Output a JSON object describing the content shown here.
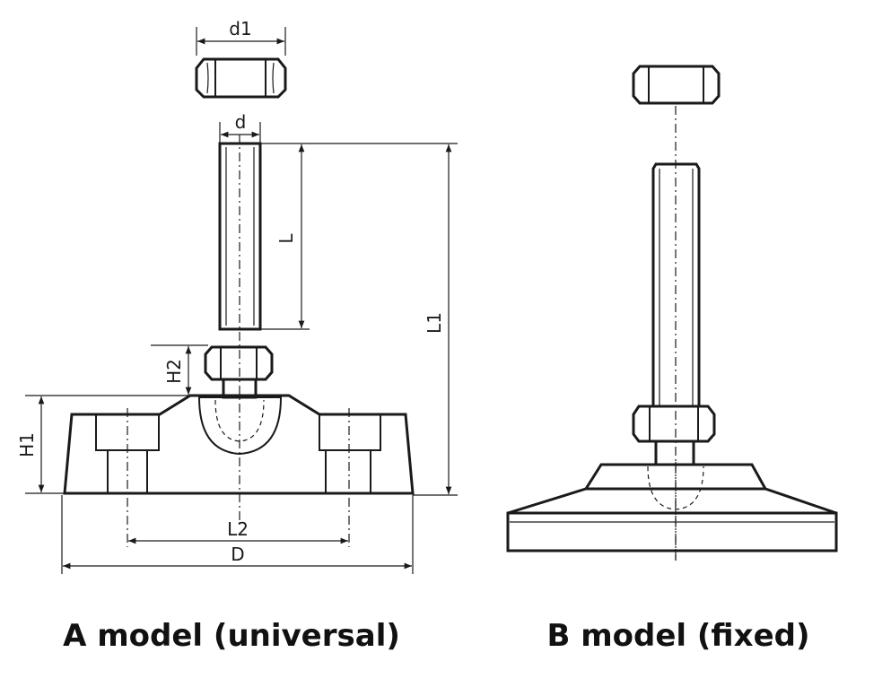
{
  "labels": {
    "d1": "d1",
    "d": "d",
    "L": "L",
    "L1": "L1",
    "H2": "H2",
    "H1": "H1",
    "L2": "L2",
    "D": "D"
  },
  "captions": {
    "a_model": "A model (universal)",
    "b_model": "B model (fixed)"
  },
  "colors": {
    "line": "#1a1a1a",
    "background": "#ffffff"
  }
}
